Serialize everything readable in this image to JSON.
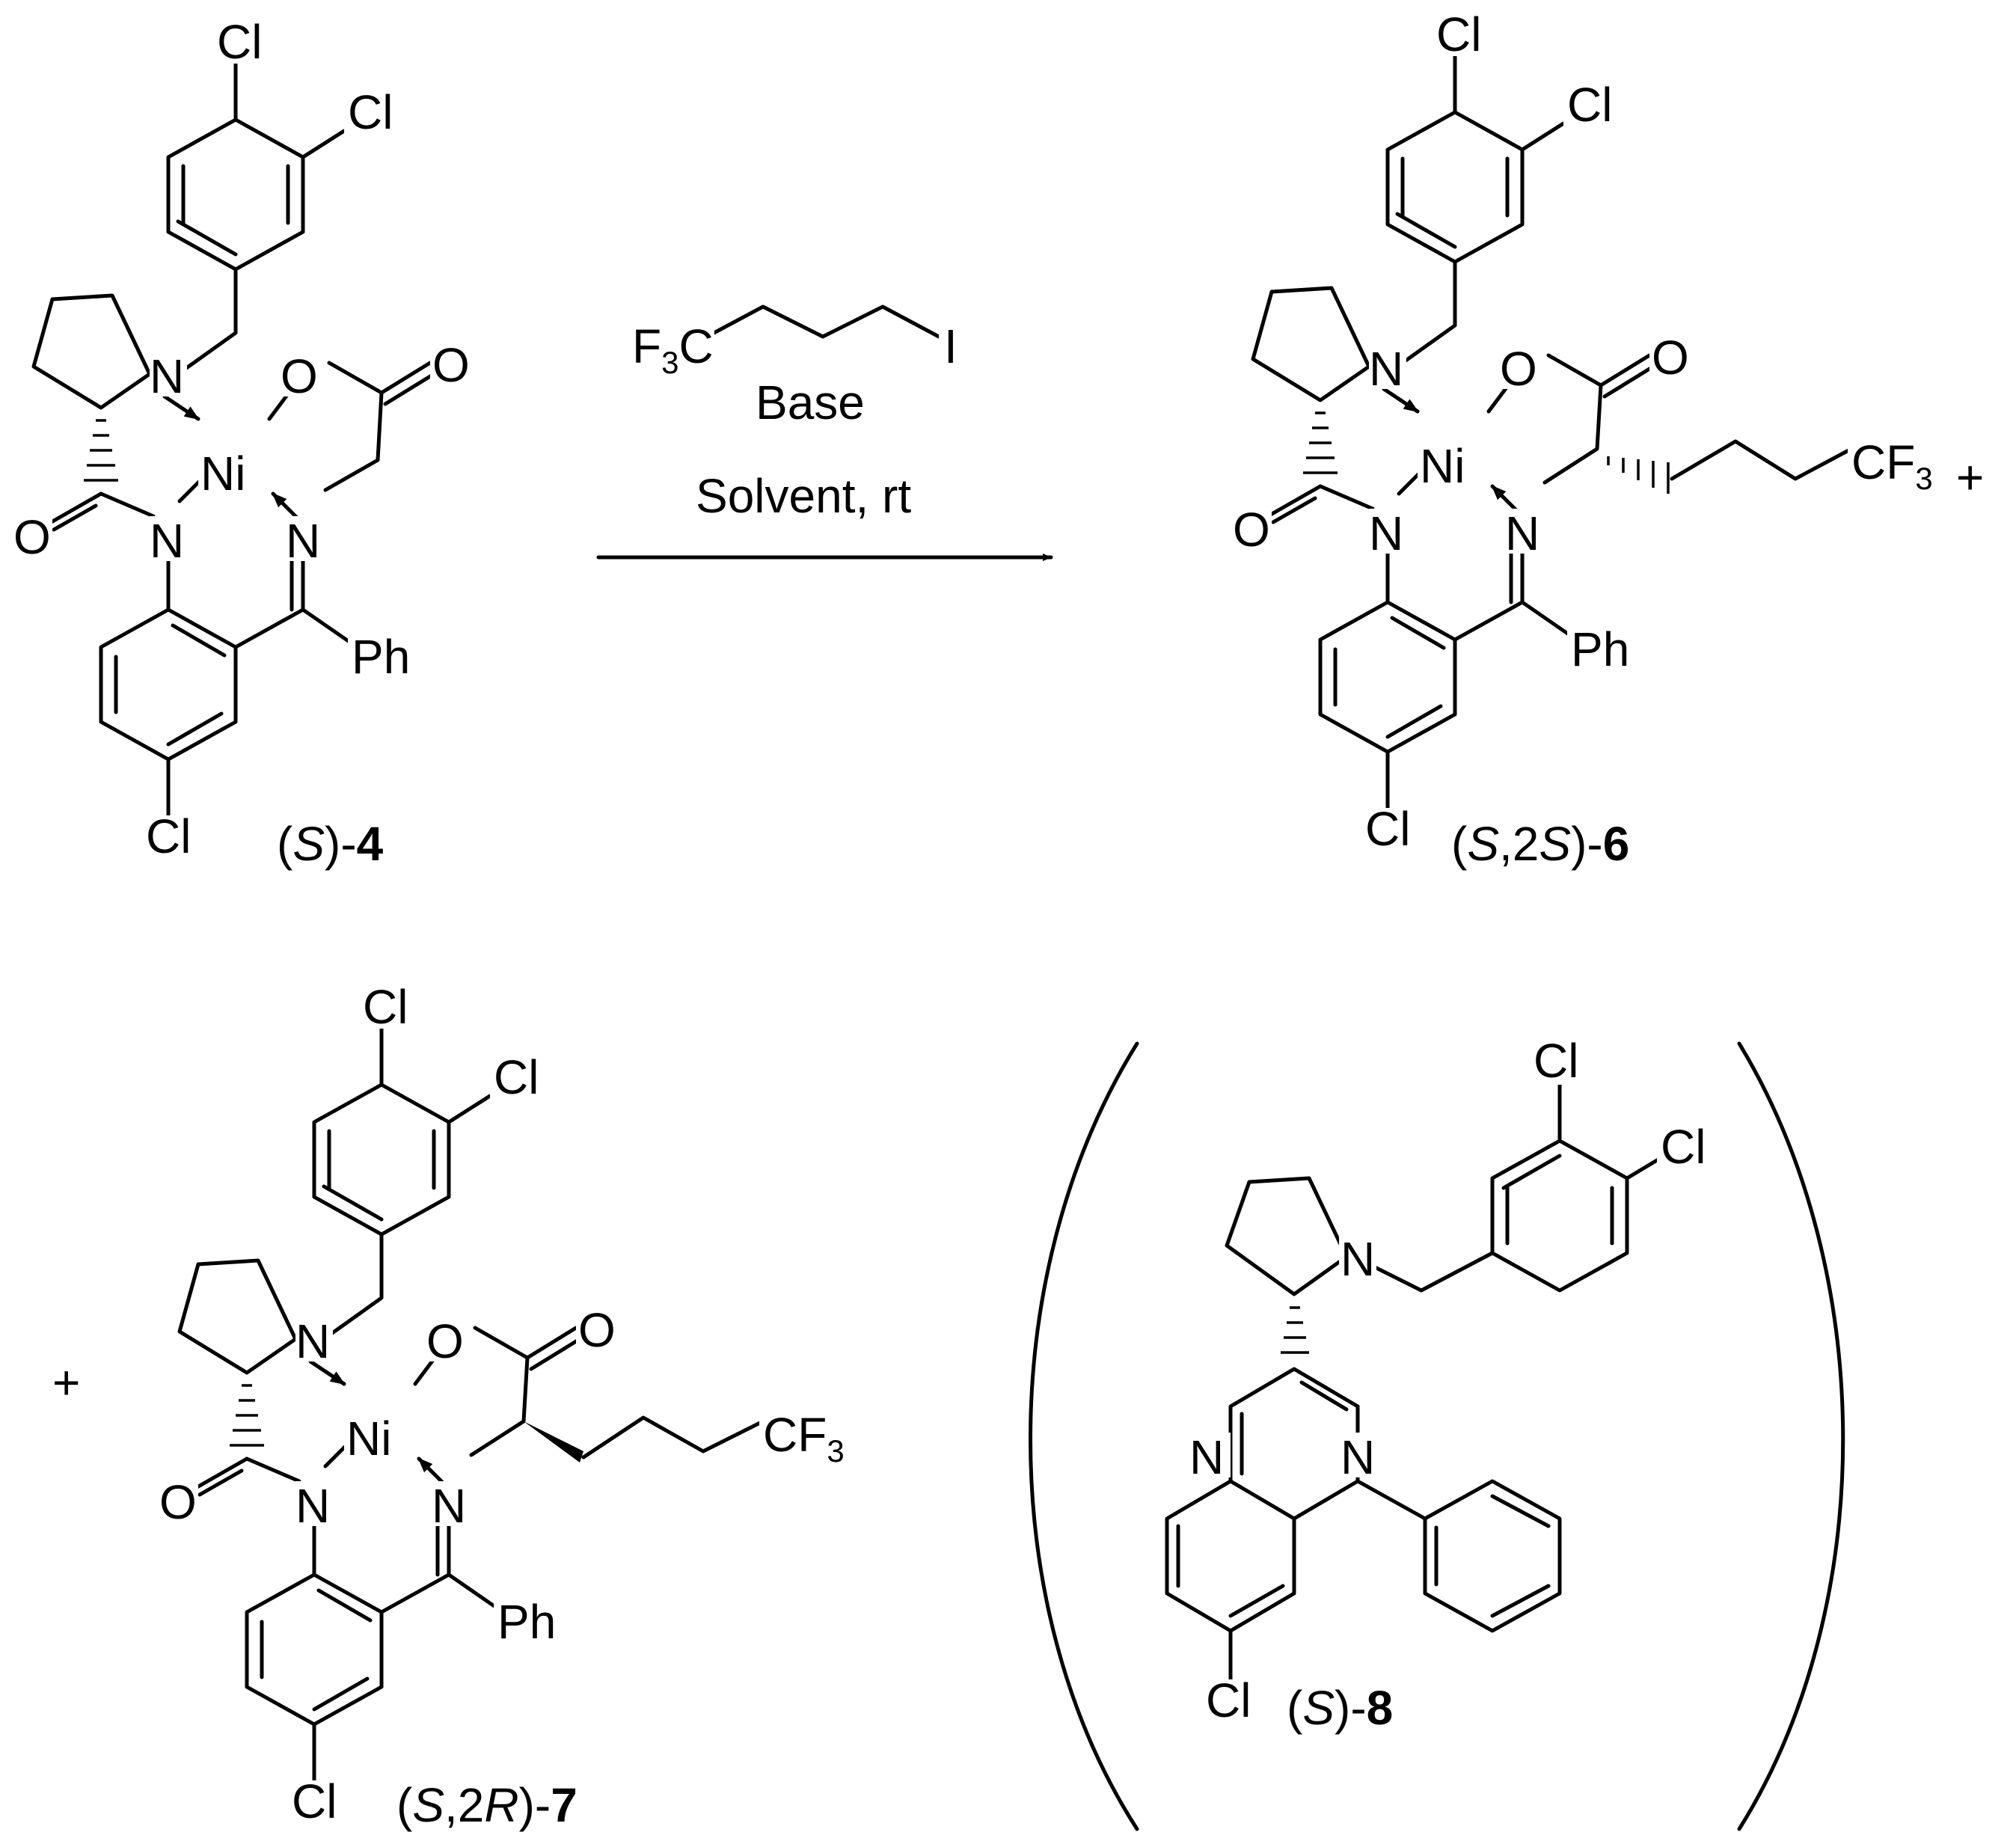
{
  "atoms": {
    "cl": "Cl",
    "n": "N",
    "ni": "Ni",
    "o": "O",
    "ph": "Ph",
    "i": "I",
    "f": "F",
    "c": "C",
    "three": "3"
  },
  "compounds": {
    "s4": {
      "open": "(",
      "stereo": "S",
      "close": ")-",
      "num": "4"
    },
    "s2s6": {
      "open": "(",
      "s1": "S",
      "mid": ",2",
      "s2": "S",
      "close": ")-",
      "num": "6"
    },
    "s2r7": {
      "open": "(",
      "s1": "S",
      "mid": ",2",
      "s2": "R",
      "close": ")-",
      "num": "7"
    },
    "s8": {
      "open": "(",
      "stereo": "S",
      "close": ")-",
      "num": "8"
    }
  },
  "conditions": {
    "base": "Base",
    "solvent": "Solvent, rt"
  },
  "plus": "+"
}
